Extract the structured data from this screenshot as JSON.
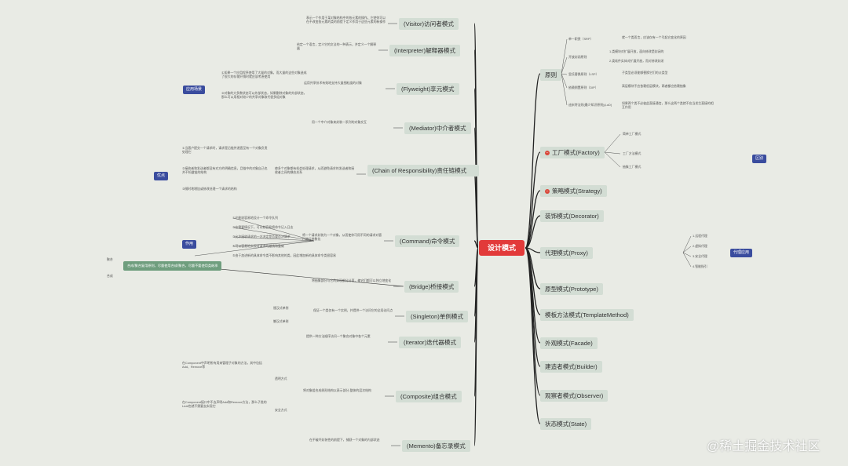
{
  "center": "设计模式",
  "watermark": "@稀土掘金技术社区",
  "principles": {
    "title": "原则",
    "items": [
      {
        "label": "单一职责（SRP）",
        "desc": "就一个类而言，应该仅有一个引起它变化的原因"
      },
      {
        "label": "开放封闭原则",
        "desc1": "1.类模块对扩展开放，面向修改是封闭的",
        "desc2": "2.类软件实体对扩展开放，而对修改封闭"
      },
      {
        "label": "里氏替换原则（LSP）",
        "desc": "子类型必须能够替换它们的父类型"
      },
      {
        "label": "依赖倒置原则（DIP）",
        "desc": "高层模块不应依赖低层模块，两者都应依赖抽象"
      },
      {
        "label": "迪米特法则(最少知识原则)(LoD)",
        "desc": "如果两个类不必彼此直接通信，那么这两个类就不应当发生直接的相互作用"
      }
    ]
  },
  "left_patterns": [
    {
      "label": "(Visitor)访问者模式",
      "desc": "表示一个作用于某对象结构中的各元素的操作，它使你可以在不改变各元素的类的前提下定义作用于这些元素的新操作"
    },
    {
      "label": "(Interpreter)解释器模式",
      "desc": "给定一个语言，定义它的文法的一种表示，并定义一个解释器"
    },
    {
      "label": "(Flyweight)享元模式",
      "desc": "运用共享技术有效地支持大量细粒度的对象"
    },
    {
      "label": "(Mediator)中介者模式",
      "desc": "用一个中介对象来封装一系列的对象交互"
    },
    {
      "label": "(Chain of Responsibility)责任链模式",
      "desc": "使多个对象都有机会处理请求，从而避免请求的发送者和接收者之间的耦合关系"
    },
    {
      "label": "(Command)命令模式",
      "desc": "将一个请求封装为一个对象，从而使你可用不同的请求对客户进行参数化"
    },
    {
      "label": "(Bridge)桥接模式",
      "desc": "将抽象部分与它的实现部分分离，使它们都可以独立地变化"
    },
    {
      "label": "(Singleton)单例模式",
      "desc": "保证一个类仅有一个实例，并提供一个访问它的全局访问点"
    },
    {
      "label": "(Iterator)迭代器模式",
      "desc": "提供一种方法顺序访问一个聚合对象中各个元素"
    },
    {
      "label": "(Composite)组合模式",
      "desc": "将对象组合成树形结构以表示部分-整体的层次结构"
    },
    {
      "label": "(Memento)备忘录模式",
      "desc": "在不破坏封装性的前提下，捕获一个对象的内部状态"
    }
  ],
  "right_patterns": [
    {
      "label": "工厂模式(Factory)"
    },
    {
      "label": "策略模式(Strategy)"
    },
    {
      "label": "装饰模式(Decorator)"
    },
    {
      "label": "代理模式(Proxy)"
    },
    {
      "label": "原型模式(Prototype)"
    },
    {
      "label": "模板方法模式(TemplateMethod)"
    },
    {
      "label": "外观模式(Facade)"
    },
    {
      "label": "建造者模式(Builder)"
    },
    {
      "label": "观察者模式(Observer)"
    },
    {
      "label": "状态模式(State)"
    }
  ],
  "factory_children": [
    "简单工厂模式",
    "工厂方法模式",
    "抽象工厂模式"
  ],
  "proxy_children": [
    "1.远程代理",
    "2.虚拟代理",
    "3.安全代理",
    "4.智能指引"
  ],
  "tags": {
    "app_scenario": "应用场景",
    "advantages": "优点",
    "usage": "作用",
    "difference": "区别",
    "proxy_usage": "代理应用"
  },
  "singleton_children": [
    "饿汉式单例",
    "懒汉式单例"
  ],
  "composite_children": [
    "透明方式",
    "安全方式"
  ],
  "bridge_note": "合成/聚合复用原则，尽量使用合成/聚合，尽量不要使用类继承",
  "bridge_sub": [
    "聚合",
    "合成"
  ],
  "command_items": [
    "①它能较容易地设计一个命令队列",
    "②在需要情况下，可以较容易将命令记入日志",
    "③允许接收请求的一方决定是否要否决请求",
    "④可以容易地实现对请求的撤销和重做",
    "⑤由于加进新的具体命令类不影响其他的类，因此增加新的具体命令类很容易"
  ],
  "flyweight_items": [
    "①如果一个应用程序使用了大量的对象，而大量的这些对象造成了很大的存储开销时就应该考虑使用",
    "②对象的大多数状态可以外部状态，如果删除对象的外部状态，那么可以用相对较少的共享对象取代很多组对象"
  ],
  "chain_items": [
    "①当客户提交一个请求时，请求是沿链传递直至有一个对象负责处理它",
    "②接收者和发送者都没有对方的明确信息，且链中的对象自己也并不知道链的结构",
    "③随时地增加或修改处理一个请求的结构"
  ],
  "desc_texts": {
    "composite_transparent": "在Component中声明所有用来管理子对象的方法，其中包括Add、Remove等",
    "composite_safe": "在Component接口中不去声明Add和Remove方法，那么子类的Leaf也就不需要去实现它"
  }
}
